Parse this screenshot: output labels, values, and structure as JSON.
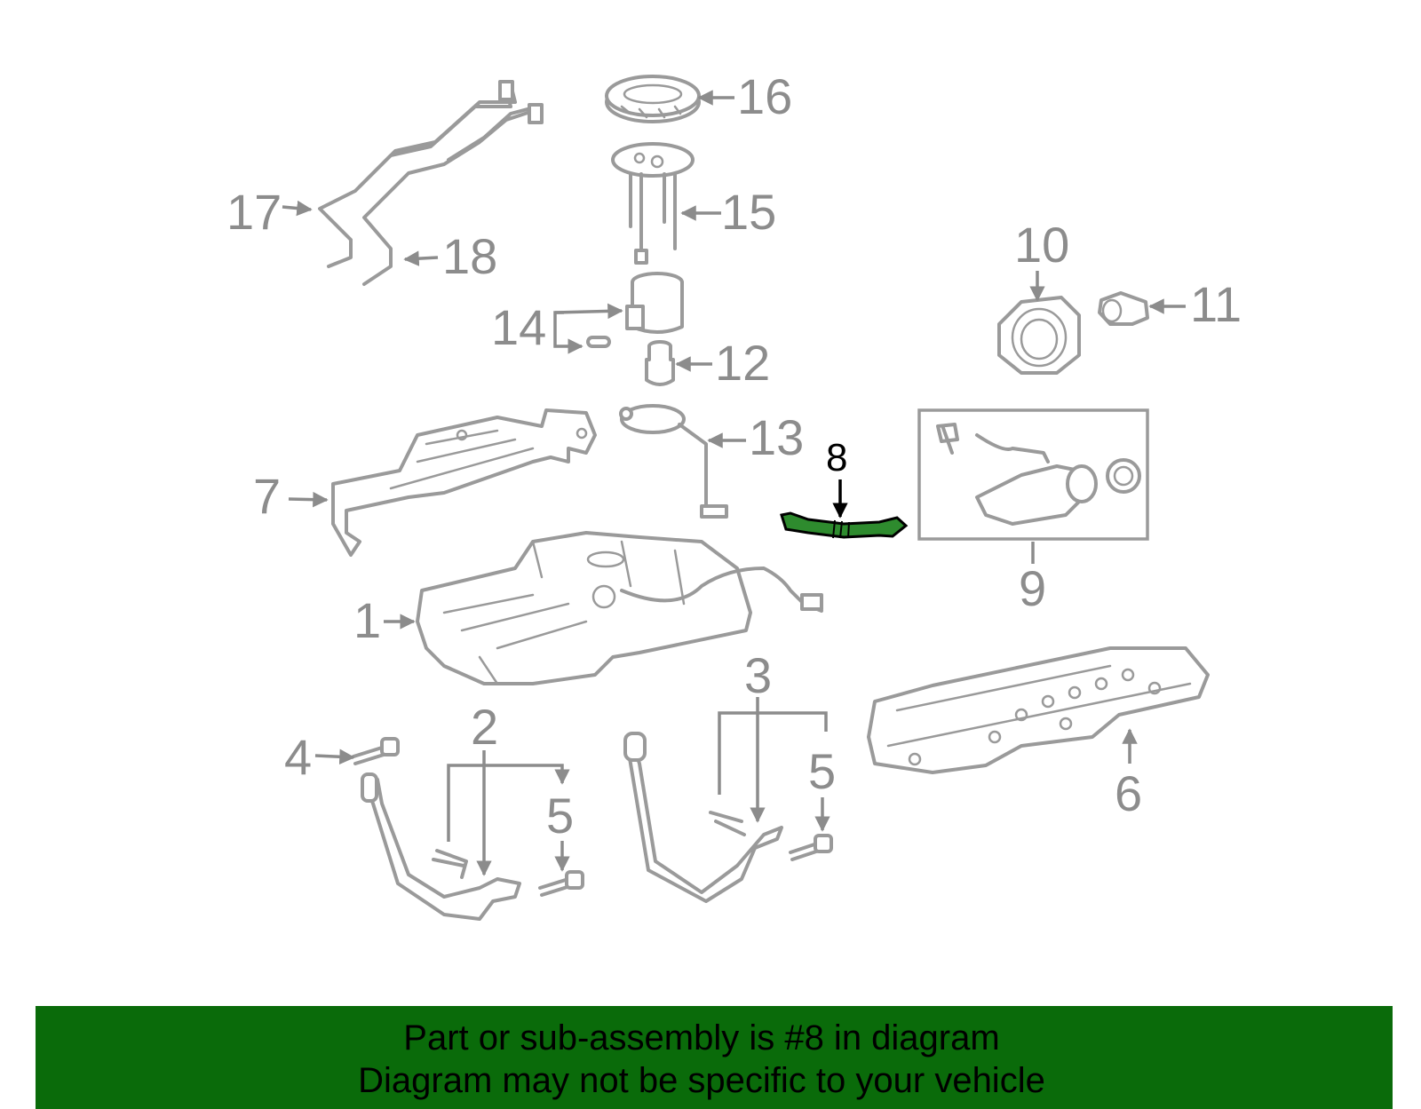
{
  "diagram": {
    "callouts": [
      "1",
      "2",
      "3",
      "4",
      "5",
      "5",
      "6",
      "7",
      "8",
      "9",
      "10",
      "11",
      "12",
      "13",
      "14",
      "15",
      "16",
      "17",
      "18"
    ],
    "highlighted_part": "8",
    "highlight_color": "#2e8b2e",
    "line_color": "#9a9a9a"
  },
  "banner": {
    "line1": "Part or sub-assembly is #8 in diagram",
    "line2": "Diagram may not be specific to your vehicle",
    "background": "#0a6b0a"
  }
}
